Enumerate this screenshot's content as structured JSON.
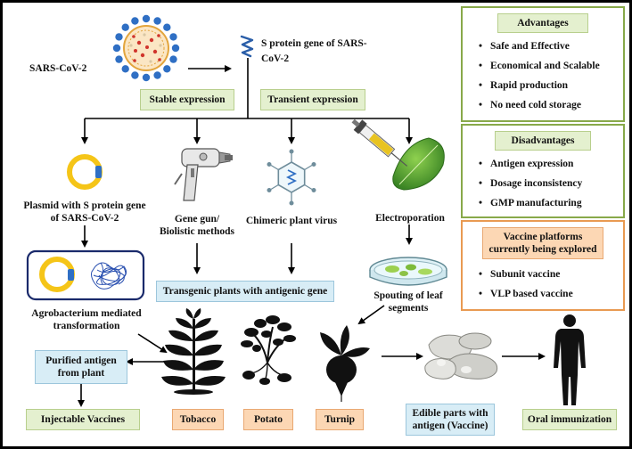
{
  "sars_label": "SARS-CoV-2",
  "s_gene_label": "S protein gene of SARS-CoV-2",
  "stable_expression": "Stable expression",
  "transient_expression": "Transient expression",
  "plasmid_label": "Plasmid with S protein gene of  SARS-CoV-2",
  "gene_gun_label": "Gene gun/ Biolistic methods",
  "chimeric_label": "Chimeric plant virus",
  "electroporation_label": "Electroporation",
  "agro_label": "Agrobacterium mediated transformation",
  "transgenic_label": "Transgenic plants with antigenic gene",
  "spouting_label": "Spouting of leaf segments",
  "purified_label": "Purified antigen from plant",
  "injectable_label": "Injectable Vaccines",
  "tobacco_label": "Tobacco",
  "potato_label": "Potato",
  "turnip_label": "Turnip",
  "edible_label": "Edible parts with antigen (Vaccine)",
  "oral_label": "Oral immunization",
  "advantages": {
    "title": "Advantages",
    "items": [
      "Safe and Effective",
      "Economical and Scalable",
      "Rapid production",
      "No need cold storage"
    ]
  },
  "disadvantages": {
    "title": "Disadvantages",
    "items": [
      "Antigen expression",
      "Dosage inconsistency",
      "GMP manufacturing"
    ]
  },
  "platforms": {
    "title": "Vaccine platforms currently being explored",
    "items": [
      "Subunit vaccine",
      "VLP based vaccine"
    ]
  },
  "colors": {
    "green_box": "#e4f0cf",
    "blue_box": "#d8edf6",
    "orange_box": "#fcd7b4",
    "panel_green": "#88a94a",
    "panel_orange": "#e99a52",
    "plasmid_yellow": "#f5c518",
    "virus_blue": "#2f6fc4"
  }
}
